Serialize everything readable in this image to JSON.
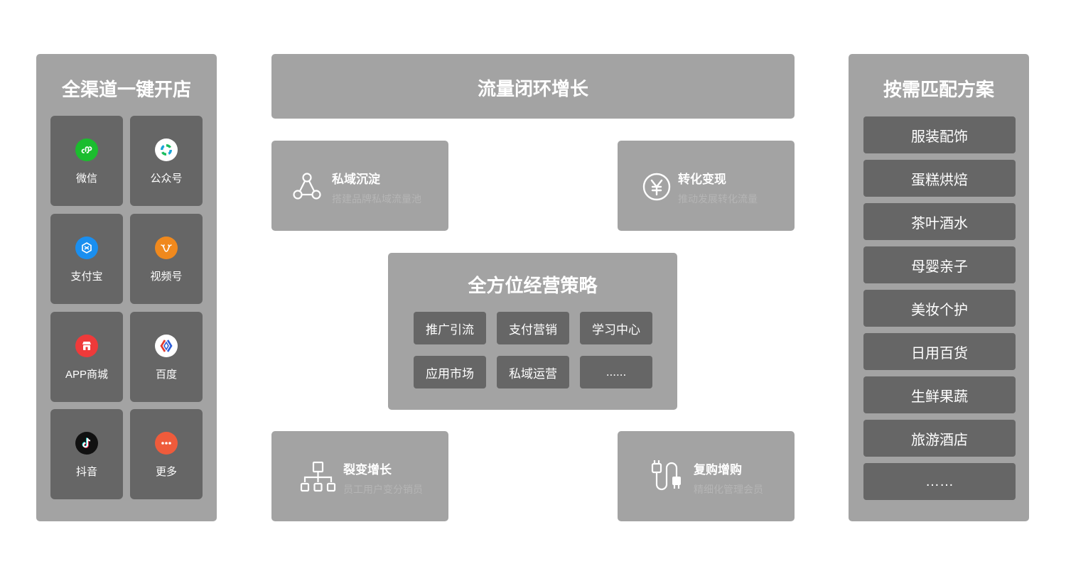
{
  "left": {
    "title": "全渠道一键开店",
    "channels": [
      {
        "label": "微信",
        "icon": "mini-program-icon",
        "color": "#1bbd2e"
      },
      {
        "label": "公众号",
        "icon": "official-account-icon",
        "color": "#ffffff"
      },
      {
        "label": "支付宝",
        "icon": "alipay-icon",
        "color": "#1a8ff0"
      },
      {
        "label": "视频号",
        "icon": "channels-icon",
        "color": "#f0891d"
      },
      {
        "label": "APP商城",
        "icon": "app-store-icon",
        "color": "#ef3a3a"
      },
      {
        "label": "百度",
        "icon": "baidu-icon",
        "color": "#ffffff"
      },
      {
        "label": "抖音",
        "icon": "douyin-icon",
        "color": "#111111"
      },
      {
        "label": "更多",
        "icon": "more-icon",
        "color": "#ef5b3b"
      }
    ]
  },
  "center": {
    "title": "流量闭环增长",
    "features": [
      {
        "title": "私域沉淀",
        "subtitle": "搭建品牌私域流量池",
        "icon": "network-icon"
      },
      {
        "title": "转化变现",
        "subtitle": "推动发展转化流量",
        "icon": "yuan-icon"
      },
      {
        "title": "裂变增长",
        "subtitle": "员工用户变分销员",
        "icon": "org-chart-icon"
      },
      {
        "title": "复购增购",
        "subtitle": "精细化管理会员",
        "icon": "cable-icon"
      }
    ],
    "strategy": {
      "title": "全方位经营策略",
      "items": [
        "推广引流",
        "支付营销",
        "学习中心",
        "应用市场",
        "私域运营",
        "......"
      ]
    }
  },
  "right": {
    "title": "按需匹配方案",
    "items": [
      "服装配饰",
      "蛋糕烘焙",
      "茶叶酒水",
      "母婴亲子",
      "美妆个护",
      "日用百货",
      "生鲜果蔬",
      "旅游酒店",
      "……"
    ]
  },
  "colors": {
    "panel": "#a3a3a3",
    "tile": "#666666",
    "text": "#ffffff",
    "subtext": "#b5b5b5"
  }
}
